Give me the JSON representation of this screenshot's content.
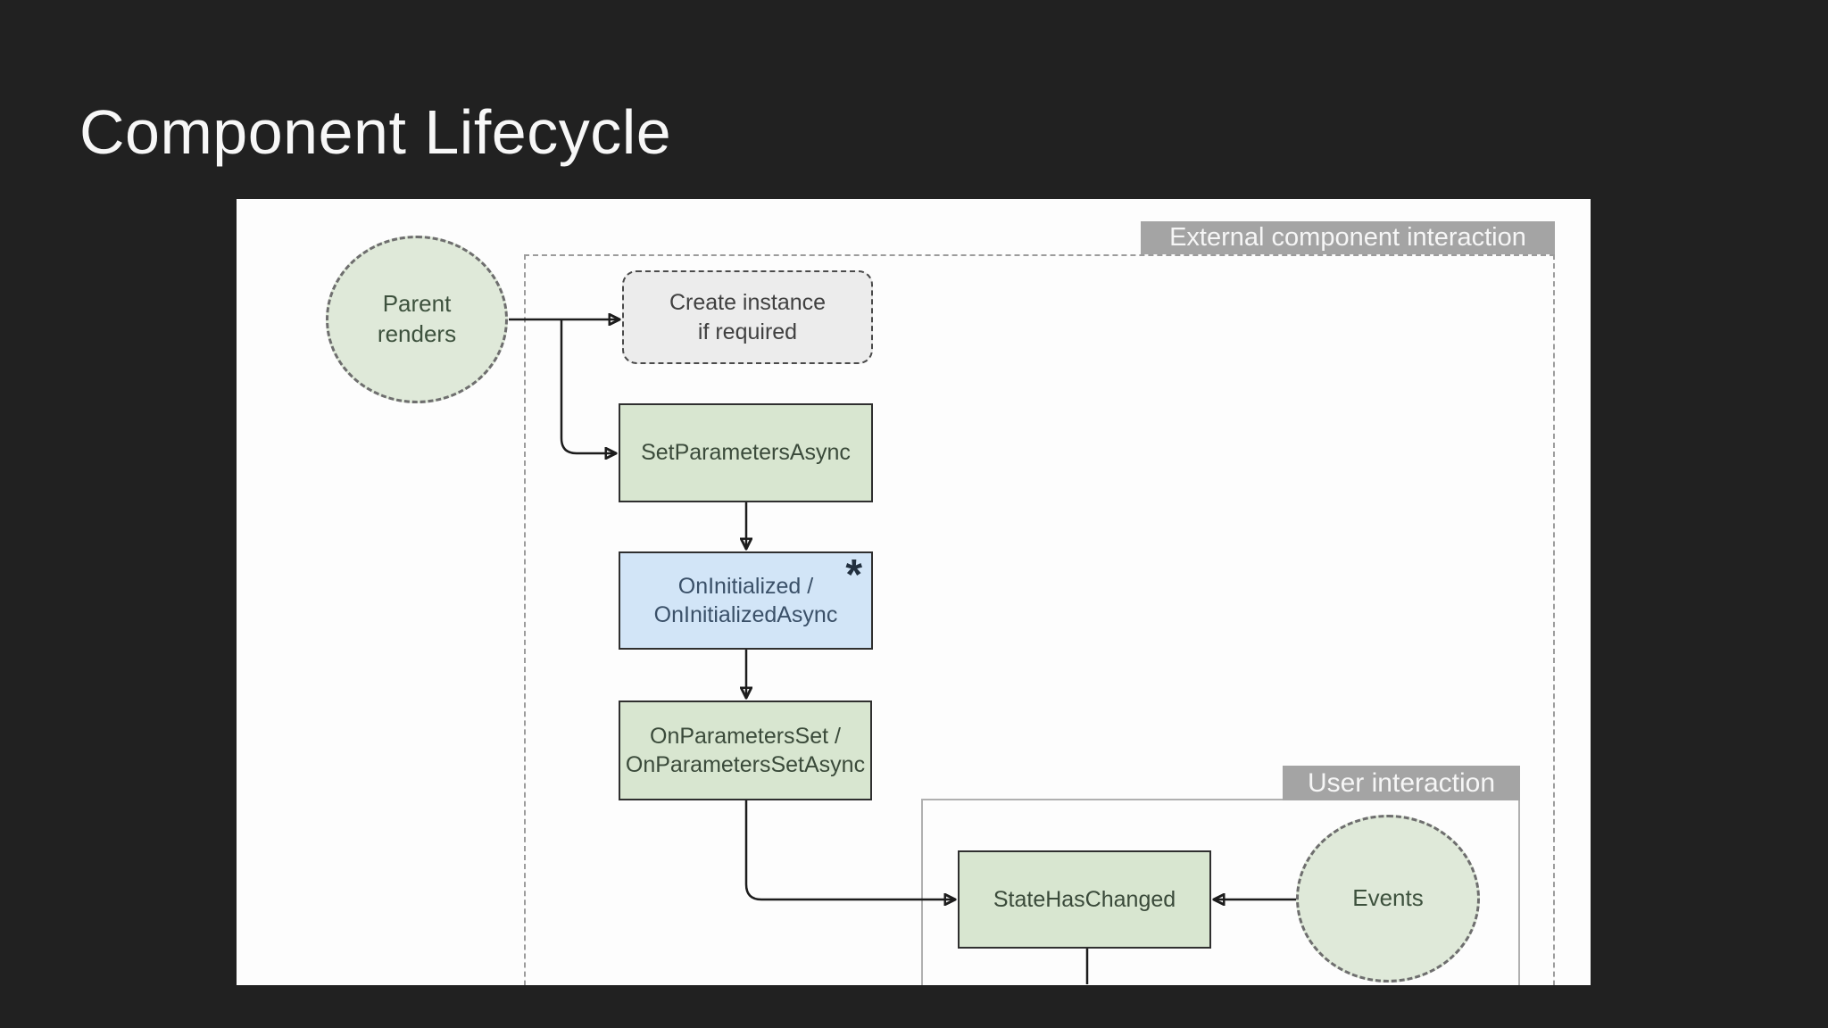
{
  "slide": {
    "title": "Component Lifecycle"
  },
  "diagram": {
    "groups": {
      "external": {
        "label": "External component interaction"
      },
      "user": {
        "label": "User interaction"
      }
    },
    "nodes": {
      "parent_renders": {
        "type": "circle",
        "lines": [
          "Parent",
          "renders"
        ]
      },
      "create_instance": {
        "type": "dashed-box",
        "lines": [
          "Create instance",
          "if required"
        ]
      },
      "set_parameters_async": {
        "type": "box-green",
        "lines": [
          "SetParametersAsync"
        ]
      },
      "on_initialized": {
        "type": "box-blue",
        "lines": [
          "OnInitialized /",
          "OnInitializedAsync"
        ],
        "badge": "*"
      },
      "on_parameters_set": {
        "type": "box-green",
        "lines": [
          "OnParametersSet /",
          "OnParametersSetAsync"
        ]
      },
      "state_has_changed": {
        "type": "box-green",
        "lines": [
          "StateHasChanged"
        ]
      },
      "events": {
        "type": "circle",
        "lines": [
          "Events"
        ]
      }
    },
    "colors": {
      "page_bg": "#212121",
      "canvas_bg": "#fdfdfd",
      "green_fill": "#d8e6d0",
      "circle_fill": "#dfe9d9",
      "blue_fill": "#d2e5f7",
      "gray_fill": "#ececec",
      "label_bg": "#a4a4a4",
      "stroke_dark": "#2f2f2f"
    }
  }
}
